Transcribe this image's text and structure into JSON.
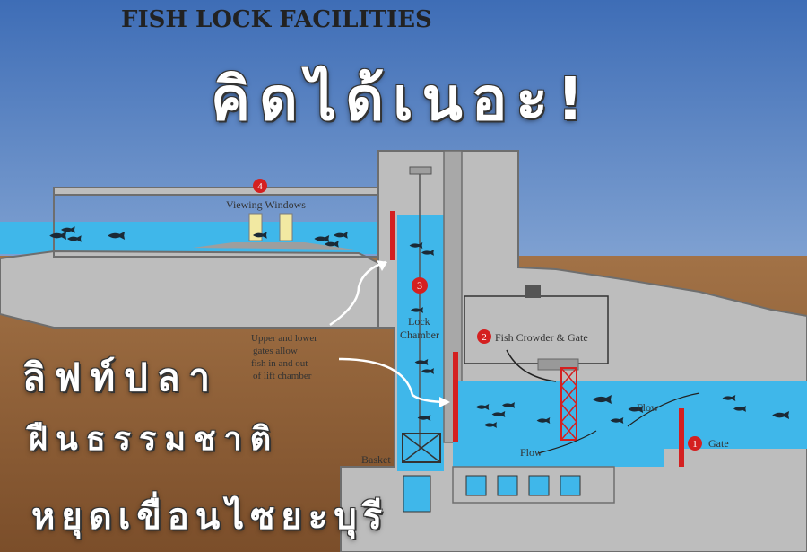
{
  "diagram": {
    "title": "FISH LOCK FACILITIES",
    "labels": {
      "viewing_windows": "Viewing Windows",
      "lock": "Lock",
      "chamber": "Chamber",
      "fish_crowder_gate": "Fish Crowder & Gate",
      "gate": "Gate",
      "flow_upper": "Flow",
      "flow_lower": "Flow",
      "basket": "Basket",
      "gates_note_1": "Upper and lower",
      "gates_note_2": "gates allow",
      "gates_note_3": "fish in and out",
      "gates_note_4": "of lift chamber"
    },
    "markers": {
      "m1": "1",
      "m2": "2",
      "m3": "3",
      "m4": "4"
    },
    "colors": {
      "sky_top": "#3e6db6",
      "sky_bottom": "#c9dcf0",
      "water": "#3fb7ea",
      "concrete": "#bdbdbd",
      "concrete_edge": "#6e6e6e",
      "earth": "#9a6a3e",
      "gate_red": "#d42020",
      "fish": "#1b2a36"
    }
  },
  "overlay": {
    "headline": "คิดได้เนอะ!",
    "line1": "ลิฟท์ปลา",
    "line2": "ฝืนธรรมชาติ",
    "line3": "หยุดเขื่อนไซยะบุรี"
  }
}
